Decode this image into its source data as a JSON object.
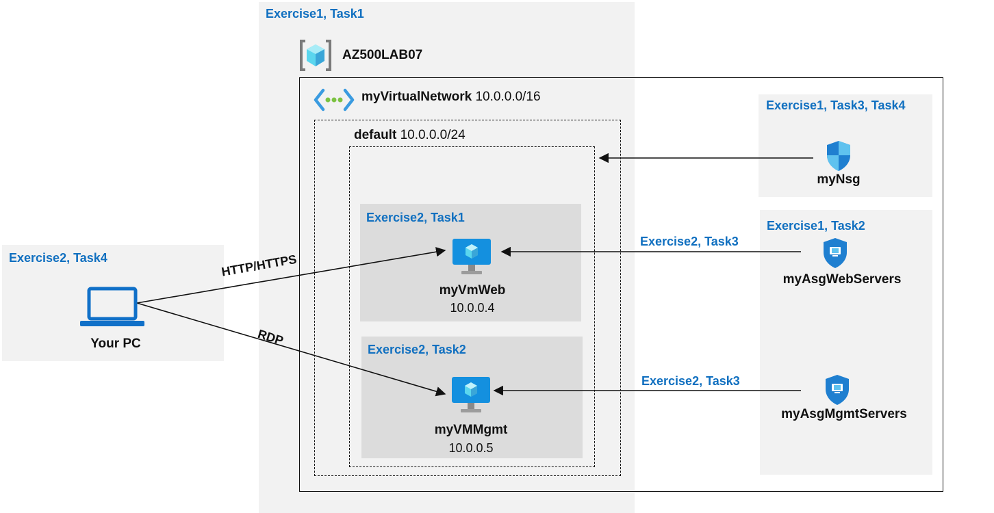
{
  "resource_group": {
    "task_label": "Exercise1, Task1",
    "name": "AZ500LAB07",
    "icon": "resource-group-icon"
  },
  "vnet": {
    "name": "myVirtualNetwork",
    "cidr": "10.0.0.0/16",
    "icon": "virtual-network-icon"
  },
  "subnet": {
    "name": "default",
    "cidr": "10.0.0.0/24"
  },
  "vm_web": {
    "task_label": "Exercise2, Task1",
    "name": "myVmWeb",
    "ip": "10.0.0.4",
    "icon": "virtual-machine-icon"
  },
  "vm_mgmt": {
    "task_label": "Exercise2, Task2",
    "name": "myVMMgmt",
    "ip": "10.0.0.5",
    "icon": "virtual-machine-icon"
  },
  "pc": {
    "task_label": "Exercise2, Task4",
    "name": "Your PC",
    "icon": "laptop-icon"
  },
  "nsg": {
    "task_label": "Exercise1, Task3,  Task4",
    "name": "myNsg",
    "icon": "shield-icon"
  },
  "asg": {
    "task_label": "Exercise1, Task2",
    "web_name": "myAsgWebServers",
    "mgmt_name": "myAsgMgmtServers",
    "icon": "asg-shield-icon"
  },
  "connections": {
    "http_label": "HTTP/HTTPS",
    "rdp_label": "RDP",
    "asg_web_task": "Exercise2, Task3",
    "asg_mgmt_task": "Exercise2, Task3"
  },
  "colors": {
    "task_blue": "#1170c0",
    "panel_gray": "#f2f2f2",
    "inner_gray": "#dcdcdc"
  }
}
